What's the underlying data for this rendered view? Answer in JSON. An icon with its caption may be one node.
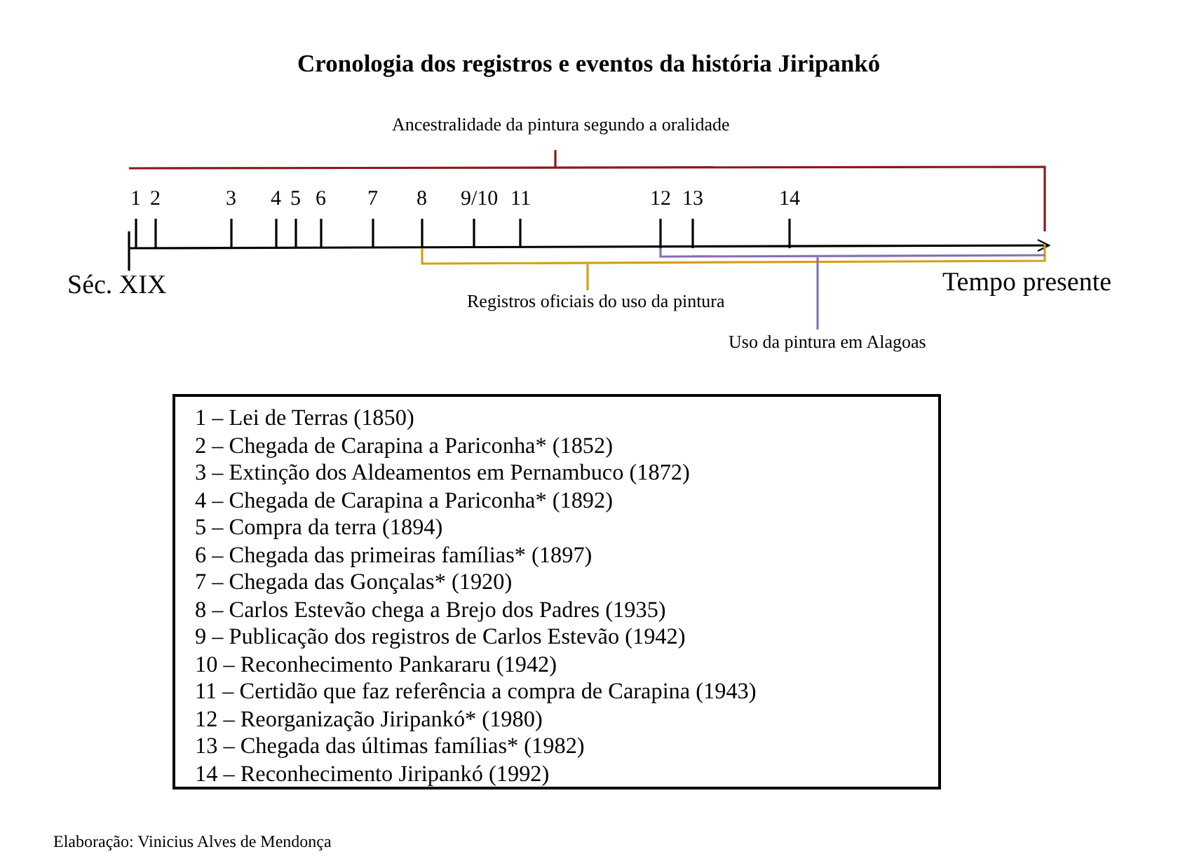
{
  "diagram": {
    "title": "Cronologia dos registros e eventos da história Jiripankó",
    "caption": "Elaboração:  Vinicius Alves de Mendonça",
    "nodes": [
      {
        "text": [
          "1 – Lei de Terras (1850)",
          "2 – Chegada de Carapina a Pariconha* (1852)",
          "3 – Extinção dos Aldeamentos em Pernambuco (1872)",
          "4 – Chegada de Carapina a Pariconha* (1892)",
          "5 – Compra da terra (1894)",
          "6 – Chegada das primeiras famílias* (1897)",
          "7 – Chegada das Gonçalas* (1920)",
          "8 – Carlos Estevão chega a Brejo dos Padres (1935)",
          "9 – Publicação dos registros de Carlos Estevão (1942)",
          "10 – Reconhecimento Pankararu (1942)",
          "11 – Certidão que faz referência a compra de Carapina (1943)",
          "12 – Reorganização Jiripankó* (1980)",
          "13 – Chegada das últimas famílias* (1982)",
          "14 – Reconhecimento Jiripankó (1992)"
        ]
      }
    ],
    "labels": [
      "Ancestralidade da pintura segundo a oralidade",
      "1",
      "2",
      "3",
      "4",
      "5",
      "6",
      "7",
      "8",
      "9/10",
      "11",
      "12",
      "13",
      "14",
      "Séc. XIX",
      "Registros oficiais do uso da pintura",
      "Tempo presente",
      "Uso da pintura em Alagoas"
    ]
  }
}
